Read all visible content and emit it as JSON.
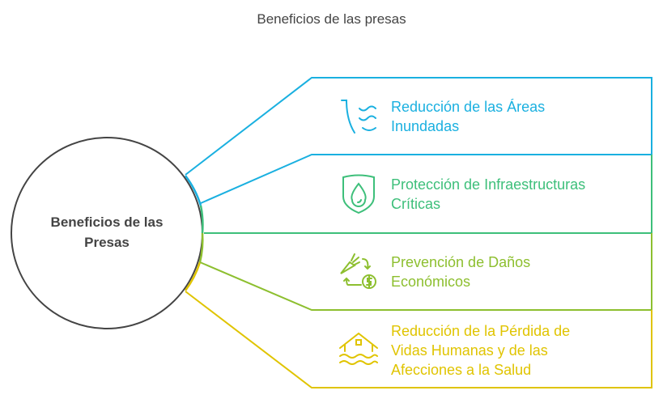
{
  "title": "Beneficios de las presas",
  "center": {
    "line1": "Beneficios de las",
    "line2": "Presas"
  },
  "items": [
    {
      "line1": "Reducción de las Áreas",
      "line2": "Inundadas",
      "icon": "flood-waves-icon",
      "color": "#1ab0e0"
    },
    {
      "line1": "Protección de Infraestructuras",
      "line2": "Críticas",
      "icon": "shield-drop-icon",
      "color": "#3dbf7a"
    },
    {
      "line1": "Prevención de Daños",
      "line2": "Económicos",
      "icon": "carrot-dollar-cycle-icon",
      "color": "#8dbf2f"
    },
    {
      "line1": "Reducción de la Pérdida de",
      "line2": "Vidas Humanas y de las",
      "line3": "Afecciones a la Salud",
      "icon": "flooded-house-icon",
      "color": "#e0c400"
    }
  ]
}
